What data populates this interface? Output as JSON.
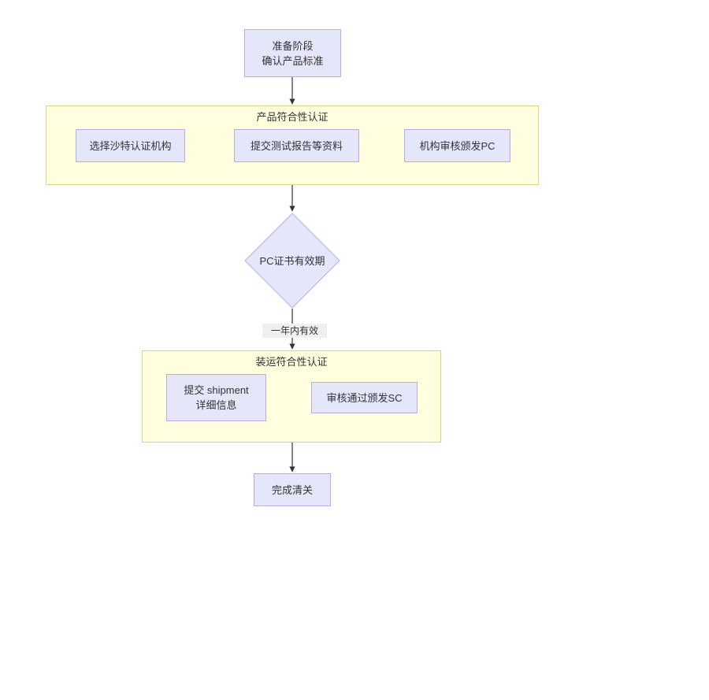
{
  "diagram": {
    "type": "flowchart",
    "orientation": "top-to-bottom",
    "background_color": "#ffffff",
    "node_fill": "#e6e6fa",
    "node_border": "#b9aee0",
    "group_fill": "#ffffe0",
    "group_border": "#d6d68a",
    "edge_color": "#333333",
    "text_color": "#333333"
  },
  "nodes": {
    "start": {
      "label": "准备阶段\n确认产品标准",
      "shape": "rect"
    },
    "select_body": {
      "label": "选择沙特认证机构",
      "shape": "rect"
    },
    "submit_reports": {
      "label": "提交测试报告等资料",
      "shape": "rect"
    },
    "issue_pc": {
      "label": "机构审核颁发PC",
      "shape": "rect"
    },
    "pc_validity": {
      "label": "PC证书有效期",
      "shape": "diamond"
    },
    "submit_shipment": {
      "label": "提交 shipment\n详细信息",
      "shape": "rect"
    },
    "issue_sc": {
      "label": "审核通过颁发SC",
      "shape": "rect"
    },
    "finish": {
      "label": "完成清关",
      "shape": "rect"
    }
  },
  "groups": {
    "product_conformity": {
      "title": "产品符合性认证"
    },
    "shipment_conformity": {
      "title": "装运符合性认证"
    }
  },
  "edge_labels": {
    "valid_within_one_year": "一年内有效"
  }
}
